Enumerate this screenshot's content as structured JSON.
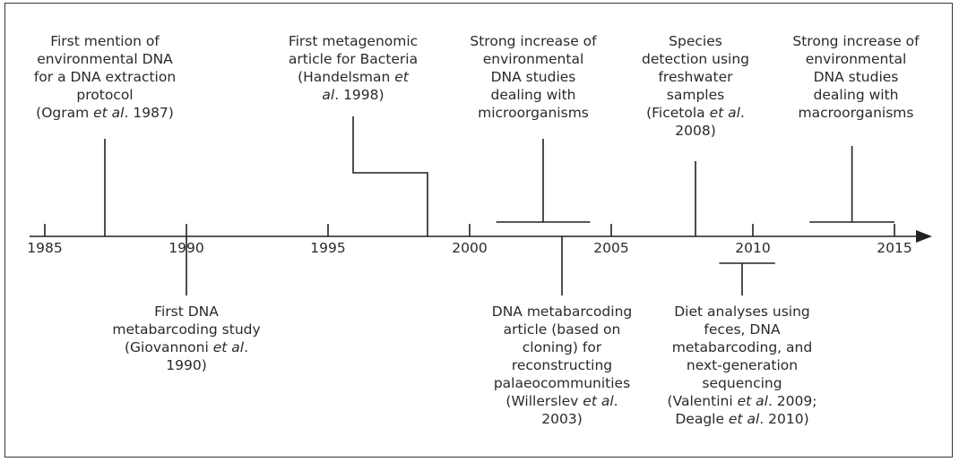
{
  "axis": {
    "ticks": [
      {
        "year": 1985,
        "label": "1985"
      },
      {
        "year": 1990,
        "label": "1990"
      },
      {
        "year": 1995,
        "label": "1995"
      },
      {
        "year": 2000,
        "label": "2000"
      },
      {
        "year": 2005,
        "label": "2005"
      },
      {
        "year": 2010,
        "label": "2010"
      },
      {
        "year": 2015,
        "label": "2015"
      }
    ],
    "stroke_color": "#222222"
  },
  "events": [
    {
      "id": "ogram",
      "side": "above",
      "year": 1987,
      "lines": [
        [
          "First mention of"
        ],
        [
          "environmental DNA"
        ],
        [
          "for a DNA extraction"
        ],
        [
          "protocol"
        ],
        [
          "(Ogram ",
          {
            "i": "et al"
          },
          ". 1987)"
        ]
      ]
    },
    {
      "id": "handelsman",
      "side": "above",
      "year": 1998.5,
      "lines": [
        [
          "First metagenomic"
        ],
        [
          "article for Bacteria"
        ],
        [
          "(Handelsman ",
          {
            "i": "et"
          }
        ],
        [
          {
            "i": "al"
          },
          ". 1998)"
        ]
      ]
    },
    {
      "id": "micro",
      "side": "above",
      "range": [
        2001,
        2004
      ],
      "lines": [
        [
          "Strong increase of"
        ],
        [
          "environmental"
        ],
        [
          "DNA studies"
        ],
        [
          "dealing with"
        ],
        [
          "microorganisms"
        ]
      ]
    },
    {
      "id": "ficetola",
      "side": "above",
      "year": 2008,
      "lines": [
        [
          "Species"
        ],
        [
          "detection using"
        ],
        [
          "freshwater"
        ],
        [
          "samples"
        ],
        [
          "(Ficetola ",
          {
            "i": "et al"
          },
          "."
        ],
        [
          "2008)"
        ]
      ]
    },
    {
      "id": "macro",
      "side": "above",
      "range": [
        2012,
        2015
      ],
      "lines": [
        [
          "Strong increase of"
        ],
        [
          "environmental"
        ],
        [
          "DNA studies"
        ],
        [
          "dealing with"
        ],
        [
          "macroorganisms"
        ]
      ]
    },
    {
      "id": "giovannoni",
      "side": "below",
      "year": 1990,
      "lines": [
        [
          "First DNA"
        ],
        [
          "metabarcoding study"
        ],
        [
          "(Giovannoni ",
          {
            "i": "et al"
          },
          "."
        ],
        [
          "1990)"
        ]
      ]
    },
    {
      "id": "willerslev",
      "side": "below",
      "year": 2003,
      "lines": [
        [
          "DNA metabarcoding"
        ],
        [
          "article (based on"
        ],
        [
          "cloning) for"
        ],
        [
          "reconstructing"
        ],
        [
          "palaeocommunities"
        ],
        [
          "(Willerslev ",
          {
            "i": "et al"
          },
          "."
        ],
        [
          "2003)"
        ]
      ]
    },
    {
      "id": "valentini",
      "side": "below",
      "range": [
        2009,
        2010.5
      ],
      "lines": [
        [
          "Diet analyses using"
        ],
        [
          "feces, DNA"
        ],
        [
          "metabarcoding, and"
        ],
        [
          "next-generation"
        ],
        [
          "sequencing"
        ],
        [
          "(Valentini ",
          {
            "i": "et al"
          },
          ". 2009;"
        ],
        [
          "Deagle ",
          {
            "i": "et al"
          },
          ". 2010)"
        ]
      ]
    }
  ]
}
